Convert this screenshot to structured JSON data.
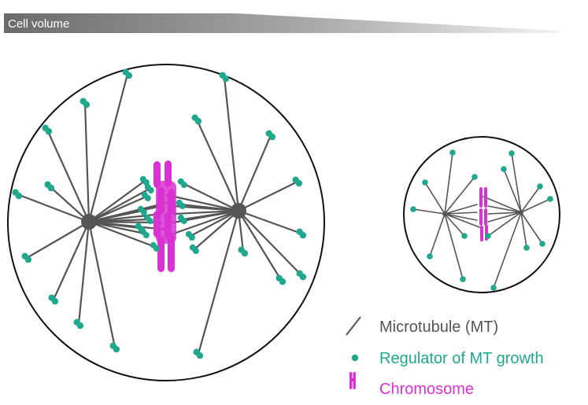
{
  "header": {
    "label": "Cell volume"
  },
  "legend": {
    "microtubule_label": "Microtubule (MT)",
    "regulator_label": "Regulator of MT growth",
    "chromosome_label": "Chromosome"
  },
  "colors": {
    "microtubule": "#555555",
    "regulator": "#1fa88e",
    "chromosome": "#d932d2",
    "cell_outline": "#111111",
    "header_dark": "#6a6a6a",
    "header_light": "#f0f0f0",
    "header_text": "#ffffff",
    "microtubule_legend_text": "#555555"
  },
  "icons": {
    "microtubule": "microtubule-line-icon",
    "regulator": "regulator-dot-icon",
    "chromosome": "chromosome-icon"
  }
}
